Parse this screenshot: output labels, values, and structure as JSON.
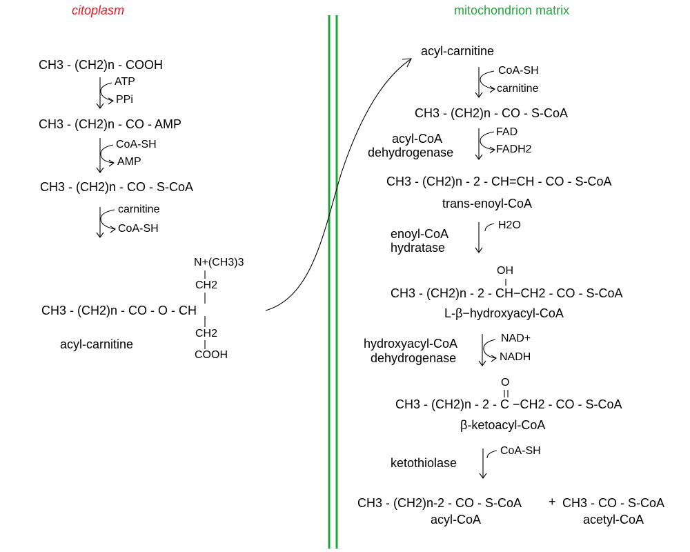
{
  "headers": {
    "left": "citoplasm",
    "right": "mitochondrion matrix",
    "left_color": "#e8141e",
    "right_color": "#21a63a"
  },
  "cytoplasm": {
    "fatty_acid": "CH3 - (CH2)n - COOH",
    "step1_in": "ATP",
    "step1_out": "PPi",
    "acyl_amp": "CH3 - (CH2)n - CO - AMP",
    "step2_in": "CoA-SH",
    "step2_out": "AMP",
    "acyl_coa": "CH3 - (CH2)n - CO - S-CoA",
    "step3_in": "carnitine",
    "step3_out": "CoA-SH",
    "carnitine_n": "N+(CH3)3",
    "carnitine_ch2_top": "CH2",
    "carnitine_chain": "CH3 - (CH2)n - CO - O - CH",
    "carnitine_ch2_bottom": "CH2",
    "carnitine_cooh": "COOH",
    "acyl_carnitine_label": "acyl-carnitine"
  },
  "matrix": {
    "acyl_carnitine": "acyl-carnitine",
    "s1_in": "CoA-SH",
    "s1_out": "carnitine",
    "acyl_coa": "CH3 - (CH2)n - CO - S-CoA",
    "s2_enzyme": [
      "acyl-CoA",
      "dehydrogenase"
    ],
    "s2_in": "FAD",
    "s2_out": "FADH2",
    "enoyl": "CH3 - (CH2)n - 2 - CH=CH - CO - S-CoA",
    "enoyl_name": "trans-enoyl-CoA",
    "s3_enzyme": [
      "enoyl-CoA",
      "hydratase"
    ],
    "s3_in": "H2O",
    "hydroxy_oh": "OH",
    "hydroxy": "CH3 - (CH2)n - 2 - CH−CH2 - CO - S-CoA",
    "hydroxy_name": "L-β−hydroxyacyl-CoA",
    "s4_enzyme": [
      "hydroxyacyl-CoA",
      "dehydrogenase"
    ],
    "s4_in": "NAD+",
    "s4_out": "NADH",
    "keto_o": "O",
    "keto": "CH3 - (CH2)n - 2 - C −CH2 - CO - S-CoA",
    "keto_name": "β-ketoacyl-CoA",
    "s5_enzyme": "ketothiolase",
    "s5_in": "CoA-SH",
    "product1": "CH3 - (CH2)n-2 - CO - S-CoA",
    "plus": "+",
    "product2": "CH3 - CO - S-CoA",
    "product1_name": "acyl-CoA",
    "product2_name": "acetyl-CoA"
  }
}
